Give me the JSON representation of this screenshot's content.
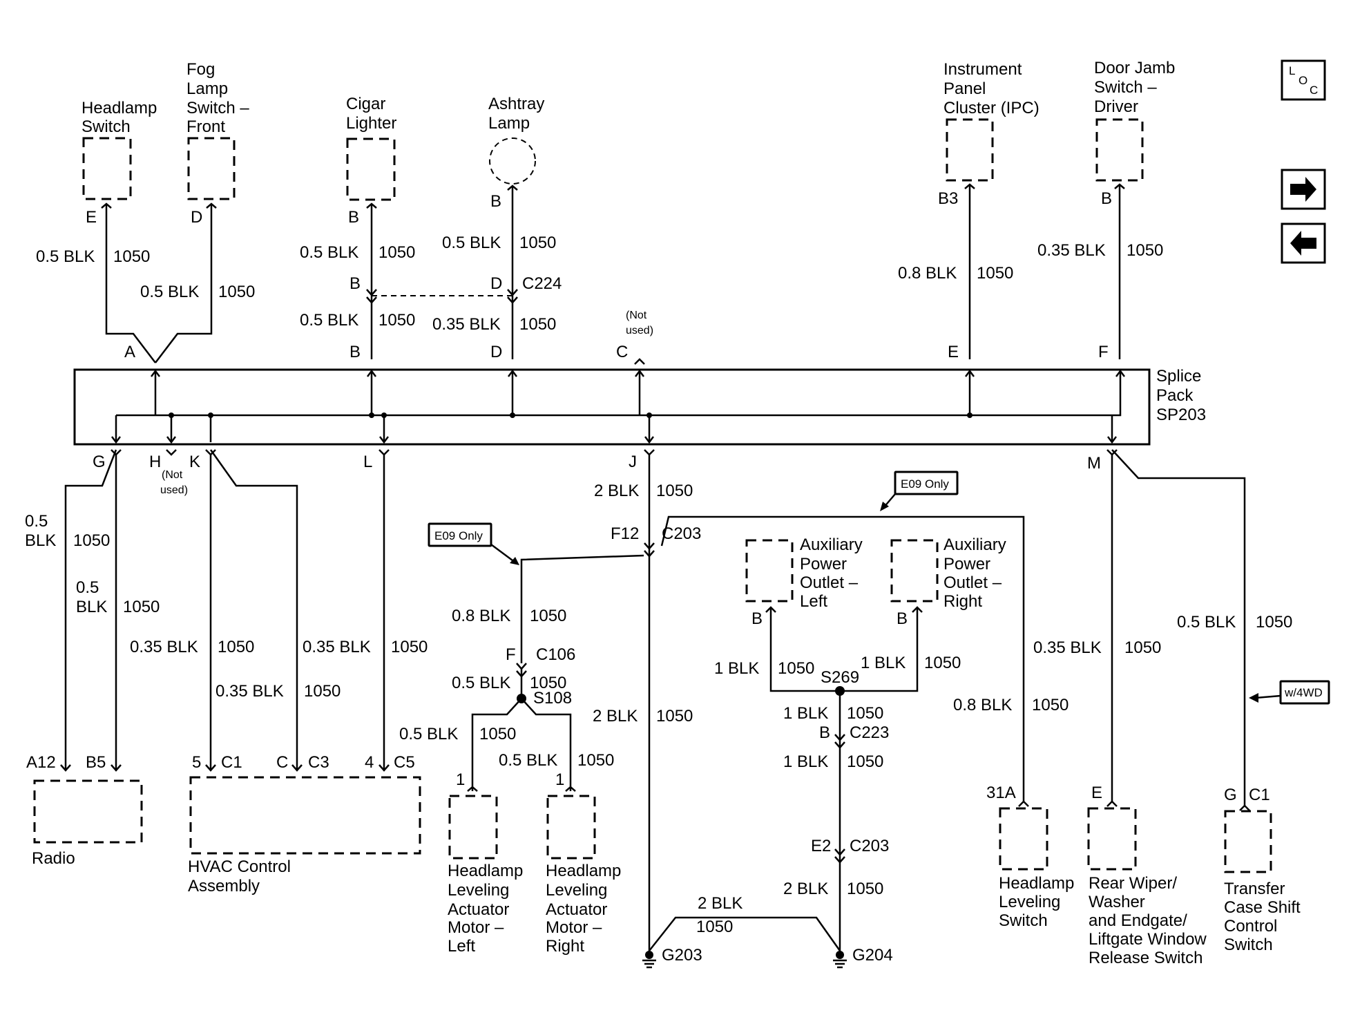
{
  "components": {
    "headlamp_switch": [
      "Headlamp",
      "Switch"
    ],
    "fog_lamp_switch": [
      "Fog",
      "Lamp",
      "Switch –",
      "Front"
    ],
    "cigar_lighter": [
      "Cigar",
      "Lighter"
    ],
    "ashtray_lamp": [
      "Ashtray",
      "Lamp"
    ],
    "ipc": [
      "Instrument",
      "Panel",
      "Cluster (IPC)"
    ],
    "door_jamb_switch": [
      "Door Jamb",
      "Switch –",
      "Driver"
    ],
    "splice_pack": [
      "Splice",
      "Pack",
      "SP203"
    ],
    "radio": [
      "Radio"
    ],
    "hvac": [
      "HVAC Control",
      "Assembly"
    ],
    "hl_actuator_left": [
      "Headlamp",
      "Leveling",
      "Actuator",
      "Motor –",
      "Left"
    ],
    "hl_actuator_right": [
      "Headlamp",
      "Leveling",
      "Actuator",
      "Motor –",
      "Right"
    ],
    "aux_outlet_left": [
      "Auxiliary",
      "Power",
      "Outlet –",
      "Left"
    ],
    "aux_outlet_right": [
      "Auxiliary",
      "Power",
      "Outlet –",
      "Right"
    ],
    "hl_leveling_switch": [
      "Headlamp",
      "Leveling",
      "Switch"
    ],
    "rear_wiper": [
      "Rear Wiper/",
      "Washer",
      "and Endgate/",
      "Liftgate Window",
      "Release Switch"
    ],
    "transfer_case": [
      "Transfer",
      "Case Shift",
      "Control",
      "Switch"
    ]
  },
  "pins": {
    "hl_sw": "E",
    "fog_sw": "D",
    "cig_top": "B",
    "ash_top": "B",
    "ipc": "B3",
    "door": "B",
    "c224_b": "B",
    "c224_d": "D",
    "c224": "C224",
    "sp_a": "A",
    "sp_b": "B",
    "sp_d": "D",
    "sp_c": "C",
    "sp_e": "E",
    "sp_f": "F",
    "sp_g": "G",
    "sp_h": "H",
    "sp_k": "K",
    "sp_l": "L",
    "sp_j": "J",
    "sp_m": "M",
    "radio_a12": "A12",
    "radio_b5": "B5",
    "hvac_5": "5",
    "hvac_c1": "C1",
    "hvac_c": "C",
    "hvac_c3": "C3",
    "hvac_4": "4",
    "hvac_c5": "C5",
    "f12": "F12",
    "c203_top": "C203",
    "c106_f": "F",
    "c106": "C106",
    "s108": "S108",
    "act_l": "1",
    "act_r": "1",
    "aux_l": "B",
    "aux_r": "B",
    "s269": "S269",
    "c223_b": "B",
    "c223": "C223",
    "e2": "E2",
    "c203_bot": "C203",
    "g203": "G203",
    "g204": "G204",
    "hls_31a": "31A",
    "rw_e": "E",
    "tc_g": "G",
    "tc_c1": "C1"
  },
  "wires": {
    "hl_sw_gauge": "0.5 BLK",
    "hl_sw_circ": "1050",
    "fog_gauge": "0.5 BLK",
    "fog_circ": "1050",
    "cig_top_gauge": "0.5 BLK",
    "cig_top_circ": "1050",
    "ash_top_gauge": "0.5 BLK",
    "ash_top_circ": "1050",
    "cig_bot_gauge": "0.5 BLK",
    "cig_bot_circ": "1050",
    "ash_bot_gauge": "0.35 BLK",
    "ash_bot_circ": "1050",
    "ipc_gauge": "0.8 BLK",
    "ipc_circ": "1050",
    "door_gauge": "0.35 BLK",
    "door_circ": "1050",
    "g_gauge_a": "0.5",
    "g_gauge_b": "BLK",
    "g_circ": "1050",
    "h_gauge_a": "0.5",
    "h_gauge_b": "BLK",
    "h_circ": "1050",
    "k1_gauge": "0.35 BLK",
    "k1_circ": "1050",
    "k2_gauge": "0.35 BLK",
    "k2_circ": "1050",
    "k3_gauge": "0.35 BLK",
    "k3_circ": "1050",
    "j_gauge": "2 BLK",
    "j_circ": "1050",
    "e09l_gauge": "0.8 BLK",
    "e09l_circ": "1050",
    "c106_gauge": "0.5 BLK",
    "c106_circ": "1050",
    "actl_gauge": "0.5 BLK",
    "actl_circ": "1050",
    "actr_gauge": "0.5 BLK",
    "actr_circ": "1050",
    "g203_gauge": "2 BLK",
    "g203_circ": "1050",
    "auxl_gauge": "1 BLK",
    "auxl_circ": "1050",
    "auxr_gauge": "1 BLK",
    "auxr_circ": "1050",
    "s269_gauge": "1 BLK",
    "s269_circ": "1050",
    "c223_gauge": "1 BLK",
    "c223_circ": "1050",
    "g204_gauge": "2 BLK",
    "g204_circ": "1050",
    "gnd_gauge": "2 BLK",
    "gnd_circ": "1050",
    "m1_gauge": "0.35 BLK",
    "m1_circ": "1050",
    "m2_gauge": "0.8 BLK",
    "m2_circ": "1050",
    "m3_gauge": "0.5 BLK",
    "m3_circ": "1050"
  },
  "notes": {
    "not_used_1": "(Not",
    "not_used_2": "used)",
    "e09_only": "E09 Only",
    "w4wd": "w/4WD"
  },
  "nav": {
    "loc_l": "L",
    "loc_o": "O",
    "loc_c": "C",
    "next_icon": "arrow-right-icon",
    "prev_icon": "arrow-left-icon"
  }
}
